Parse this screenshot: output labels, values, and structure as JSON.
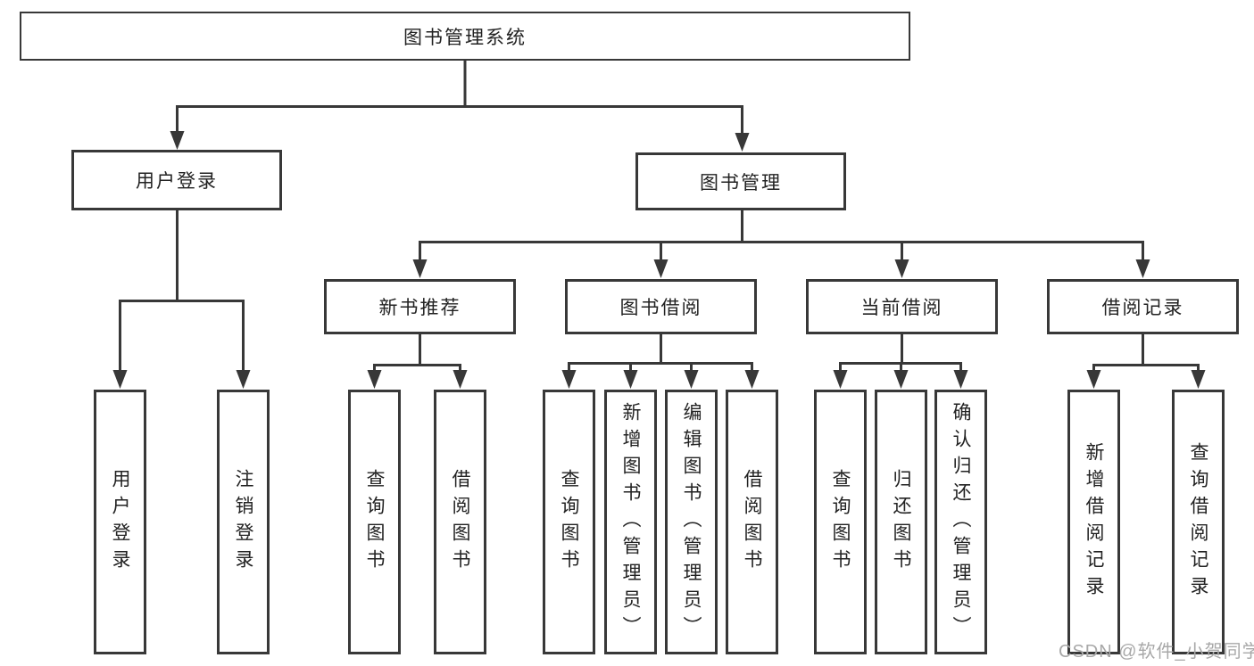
{
  "diagram": {
    "root": {
      "label": "图书管理系统"
    },
    "branches": [
      {
        "label": "用户登录",
        "children": [
          {
            "label": "用户登录"
          },
          {
            "label": "注销登录"
          }
        ]
      },
      {
        "label": "图书管理",
        "children": [
          {
            "label": "新书推荐",
            "children": [
              {
                "label": "查询图书"
              },
              {
                "label": "借阅图书"
              }
            ]
          },
          {
            "label": "图书借阅",
            "children": [
              {
                "label": "查询图书"
              },
              {
                "label": "新增图书（管理员）"
              },
              {
                "label": "编辑图书（管理员）"
              },
              {
                "label": "借阅图书"
              }
            ]
          },
          {
            "label": "当前借阅",
            "children": [
              {
                "label": "查询图书"
              },
              {
                "label": "归还图书"
              },
              {
                "label": "确认归还（管理员）"
              }
            ]
          },
          {
            "label": "借阅记录",
            "children": [
              {
                "label": "新增借阅记录"
              },
              {
                "label": "查询借阅记录"
              }
            ]
          }
        ]
      }
    ]
  },
  "watermark": {
    "text": "CSDN @软件_小贺同学",
    "color": "#a8a8a8"
  },
  "colors": {
    "line": "#383838",
    "text": "#222222",
    "background": "#ffffff"
  }
}
